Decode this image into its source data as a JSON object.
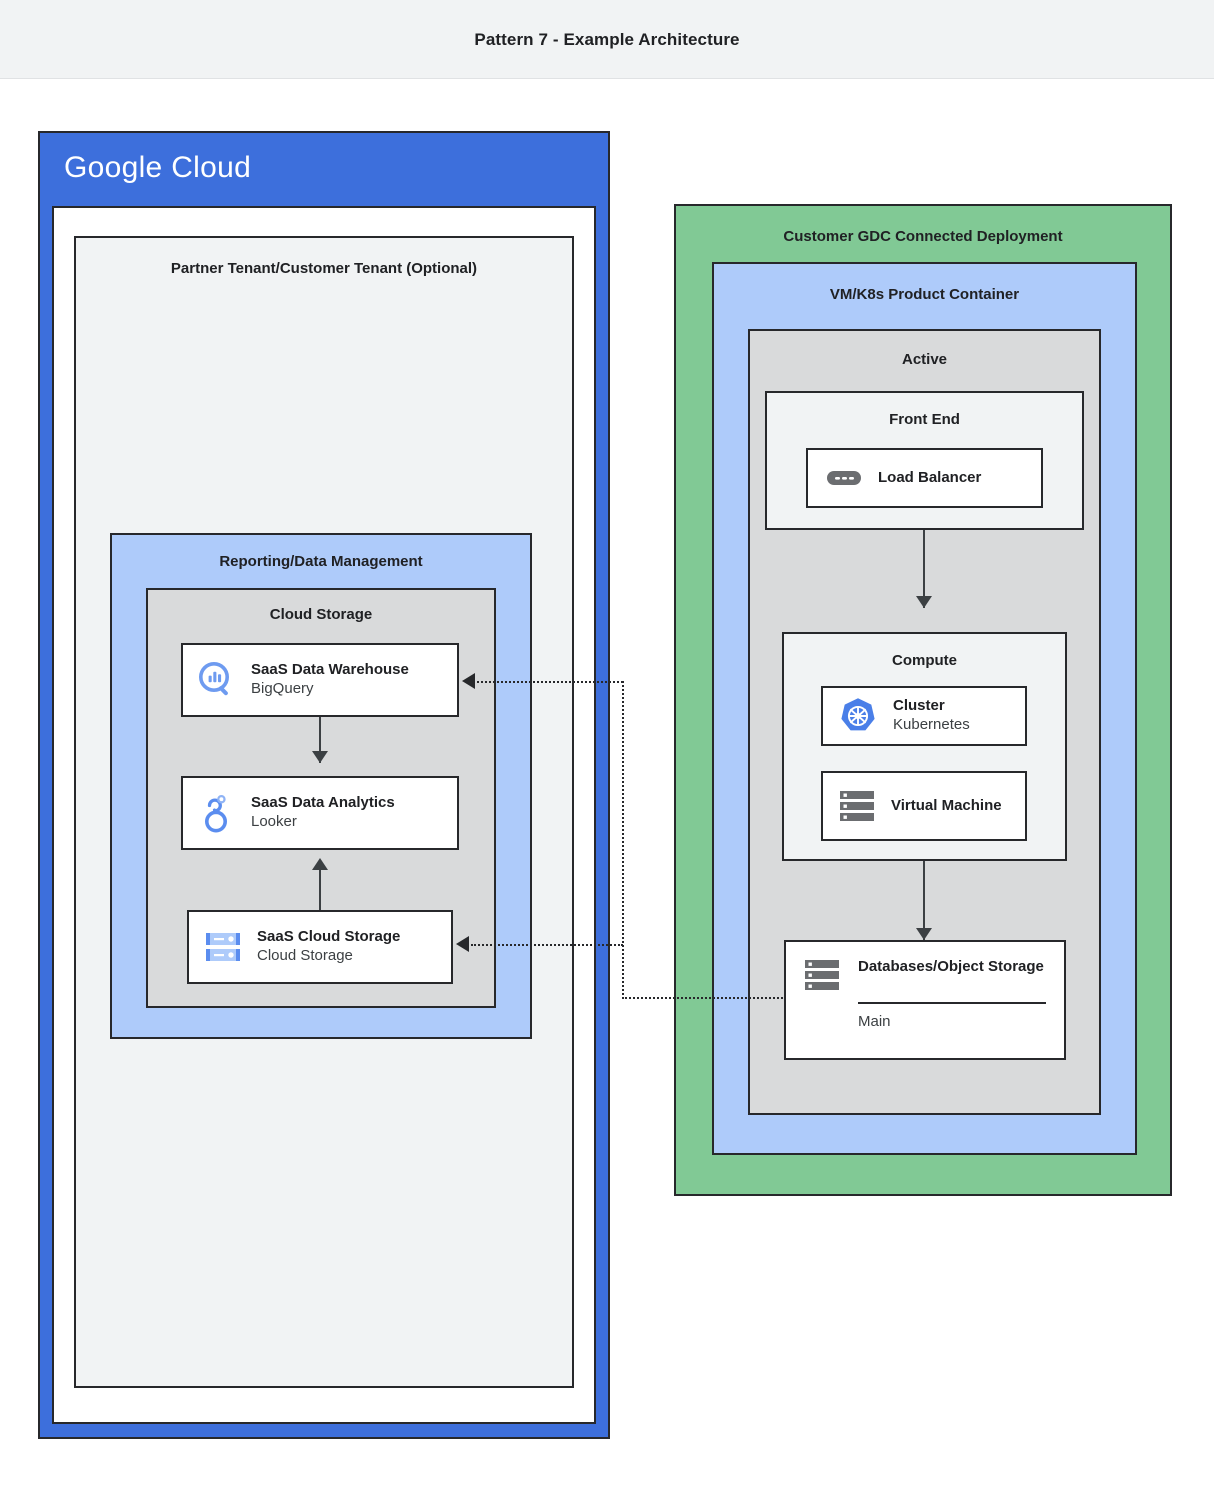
{
  "header": {
    "title": "Pattern 7 - Example Architecture"
  },
  "google_cloud": {
    "logo_primary": "Google",
    "logo_secondary": "Cloud",
    "tenant": {
      "title": "Partner Tenant/Customer Tenant (Optional)"
    },
    "reporting": {
      "title": "Reporting/Data Management",
      "cloud_storage_group": {
        "title": "Cloud Storage"
      },
      "services": [
        {
          "name": "SaaS Data Warehouse",
          "product": "BigQuery",
          "icon": "bigquery-icon"
        },
        {
          "name": "SaaS Data Analytics",
          "product": "Looker",
          "icon": "looker-icon"
        },
        {
          "name": "SaaS Cloud Storage",
          "product": "Cloud Storage",
          "icon": "cloud-storage-icon"
        }
      ]
    }
  },
  "gdc": {
    "title": "Customer GDC Connected Deployment",
    "product_container": {
      "title": "VM/K8s Product Container"
    },
    "active": {
      "title": "Active"
    },
    "front_end": {
      "title": "Front End",
      "service": {
        "name": "Load Balancer",
        "icon": "load-balancer-icon"
      }
    },
    "compute": {
      "title": "Compute",
      "services": [
        {
          "name": "Cluster",
          "product": "Kubernetes",
          "icon": "kubernetes-icon"
        },
        {
          "name": "Virtual Machine",
          "product": "",
          "icon": "virtual-machine-icon"
        }
      ]
    },
    "databases": {
      "name": "Databases/Object Storage",
      "instance": "Main",
      "icon": "database-stack-icon"
    }
  },
  "colors": {
    "google_blue": "#3d6fdc",
    "light_blue": "#aecbfa",
    "green": "#81c995",
    "grey_mid": "#d9dadb",
    "grey_light": "#f1f3f4",
    "outline": "#27282b"
  }
}
